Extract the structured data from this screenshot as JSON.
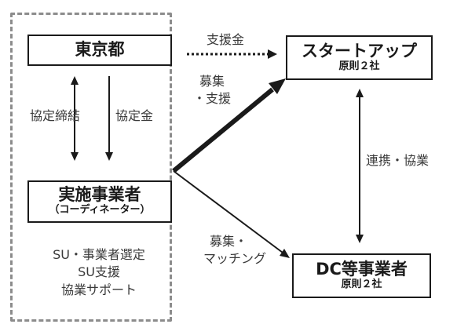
{
  "nodes": {
    "tokyo": {
      "title": "東京都"
    },
    "coordinator": {
      "title": "実施事業者",
      "subtitle": "（コーディネーター）"
    },
    "startup": {
      "title": "スタートアップ",
      "subtitle": "原則２社"
    },
    "dc_business": {
      "title": "DC等事業者",
      "subtitle": "原則２社"
    }
  },
  "edge_labels": {
    "support_money": "支援金",
    "agreement_signing": "協定締結",
    "agreement_money": "協定金",
    "recruit_support_line1": "募集",
    "recruit_support_line2": "・支援",
    "recruit_matching_line1": "募集・",
    "recruit_matching_line2": "マッチング",
    "collaboration": "連携・協業"
  },
  "coordinator_roles": {
    "line1": "SU・事業者選定",
    "line2": "SU支援",
    "line3": "協業サポート"
  },
  "colors": {
    "line": "#1a1a1a",
    "frame": "#8c8c8c"
  }
}
